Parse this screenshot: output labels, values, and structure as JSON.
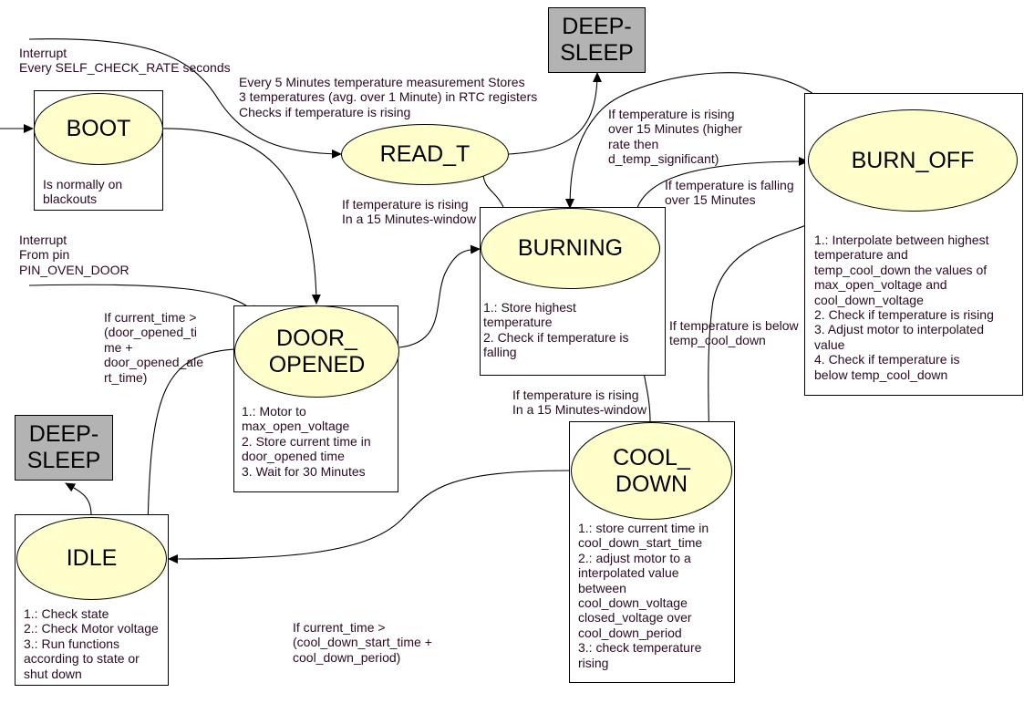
{
  "states": {
    "boot": "BOOT",
    "read_t": "READ_T",
    "deep_sleep_top": "DEEP-\nSLEEP",
    "burning": "BURNING",
    "burn_off": "BURN_OFF",
    "door_opened": "DOOR_\nOPENED",
    "deep_sleep_left": "DEEP-\nSLEEP",
    "idle": "IDLE",
    "cool_down": "COOL_\nDOWN"
  },
  "descriptions": {
    "boot": "Is normally on\nblackouts",
    "burning": "1.:  Store highest\ntemperature\n2. Check if temperature is\nfalling",
    "burn_off": "1.:  Interpolate between highest\ntemperature and\ntemp_cool_down the values of\nmax_open_voltage and\ncool_down_voltage\n2.   Check if temperature is rising\n3.   Adjust motor to interpolated\nvalue\n4.    Check if temperature is\nbelow temp_cool_down",
    "door_opened": "1.:  Motor to\nmax_open_voltage\n2.   Store current time in\ndoor_opened time\n3.    Wait for 30 Minutes",
    "idle": "1.: Check state\n2.: Check Motor voltage\n3.: Run functions\naccording to state or\nshut down",
    "cool_down": "1.:  store current time in\ncool_down_start_time\n2.:   adjust motor to a\ninterpolated value\nbetween\ncool_down_voltage\nclosed_voltage over\ncool_down_period\n3.: check temperature\nrising"
  },
  "labels": {
    "interrupt_self_check": "Interrupt\nEvery SELF_CHECK_RATE seconds",
    "read_t_info": "Every 5 Minutes temperature measurement  Stores\n3 temperatures (avg. over 1 Minute) in RTC registers\nChecks if temperature is rising",
    "rising_15_window_read": "If temperature is rising\nIn a 15 Minutes-window",
    "rising_over_15_higher": "If temperature is rising\nover 15 Minutes (higher\nrate then\nd_temp_significant)",
    "falling_over_15": "If temperature is falling\nover 15 Minutes",
    "interrupt_pin": "Interrupt\nFrom pin\nPIN_OVEN_DOOR",
    "door_time_condition": "If current_time >\n(door_opened_ti\nme +\ndoor_opened_ale\nrt_time)",
    "below_cool_down": "If temperature is below\ntemp_cool_down",
    "rising_15_window_cool": "If temperature is rising\nIn a 15 Minutes-window",
    "cool_down_time_condition": "If current_time >\n(cool_down_start_time +\ncool_down_period)"
  }
}
